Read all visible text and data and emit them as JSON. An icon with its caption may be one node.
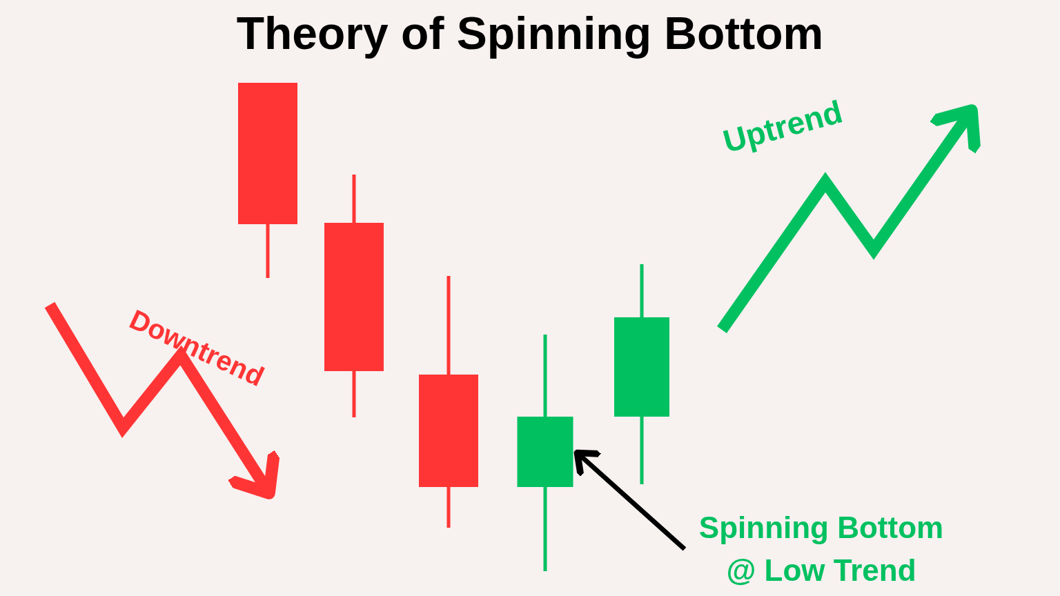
{
  "diagram": {
    "title": "Theory of Spinning Bottom",
    "nodes": [
      {
        "text": [
          "Spinning Bottom @ Low Trend"
        ]
      },
      {
        "text": [],
        "shape": "bar"
      }
    ],
    "edges": [
      {
        "from": 0,
        "to": 1,
        "arrow": "to"
      }
    ],
    "labels": [
      "Downtrend",
      "Uptrend"
    ]
  }
}
